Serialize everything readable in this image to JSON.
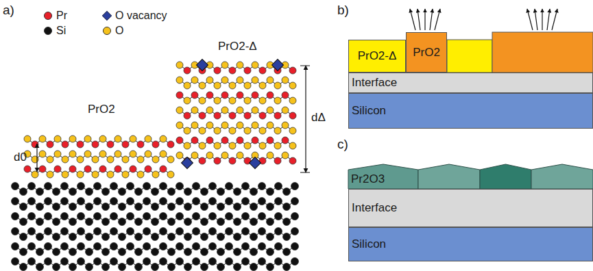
{
  "diagram": {
    "nodes": [
      {
        "text": [
          "PrO2-Δ"
        ]
      },
      {
        "text": [
          "PrO2"
        ]
      },
      {
        "text": [
          "Interface"
        ]
      },
      {
        "text": [
          "Silicon"
        ]
      },
      {
        "text": [
          "Pr2O3"
        ]
      },
      {
        "text": [
          "Interface"
        ]
      },
      {
        "text": [
          "Silicon"
        ]
      }
    ],
    "labels": [
      "a)",
      "b)",
      "c)",
      "PrO2",
      "PrO2-Δ",
      "d0",
      "dΔ"
    ],
    "legend": [
      {
        "text": "Pr",
        "color": "#e8202a"
      },
      {
        "text": "O vacancy"
      },
      {
        "text": "Si",
        "color": "#111111"
      },
      {
        "text": "O",
        "color": "#f6c21c"
      }
    ]
  }
}
